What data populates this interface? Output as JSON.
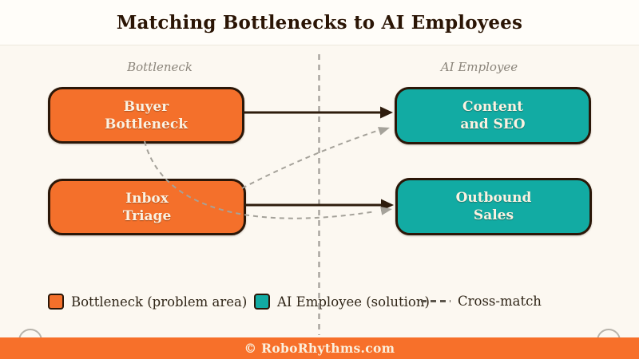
{
  "page": {
    "title": "Matching Bottlenecks to AI Employees"
  },
  "columns": {
    "left": "Bottleneck",
    "right": "AI Employee"
  },
  "nodes": {
    "buyer": {
      "line1": "Buyer",
      "line2": "Bottleneck",
      "type": "bottleneck"
    },
    "inbox": {
      "line1": "Inbox",
      "line2": "Triage",
      "type": "bottleneck"
    },
    "content": {
      "line1": "Content",
      "line2": "and SEO",
      "type": "ai-employee"
    },
    "outbound": {
      "line1": "Outbound",
      "line2": "Sales",
      "type": "ai-employee"
    }
  },
  "edges": {
    "solid_matches": [
      {
        "from": "Buyer Bottleneck",
        "to": "Content and SEO"
      },
      {
        "from": "Inbox Triage",
        "to": "Outbound Sales"
      }
    ],
    "cross_matches": [
      {
        "from": "Buyer Bottleneck",
        "to": "Outbound Sales"
      },
      {
        "from": "Inbox Triage",
        "to": "Content and SEO"
      }
    ]
  },
  "legend": {
    "bottleneck": "Bottleneck (problem area)",
    "ai_employee": "AI Employee (solution)",
    "cross_match": "Cross-match"
  },
  "footer": {
    "copyright": "© RoboRhythms.com"
  },
  "colors": {
    "background": "#FCF8F1",
    "bottleneck_fill": "#F4702B",
    "ai_employee_fill": "#12ABA3",
    "node_border": "#2B1708",
    "solid_arrow": "#2E1C0C",
    "cross_dash": "#A5A29A",
    "divider_dash": "#A9A5A0",
    "footer_bar": "#F7702A",
    "title_text": "#2B1505"
  }
}
